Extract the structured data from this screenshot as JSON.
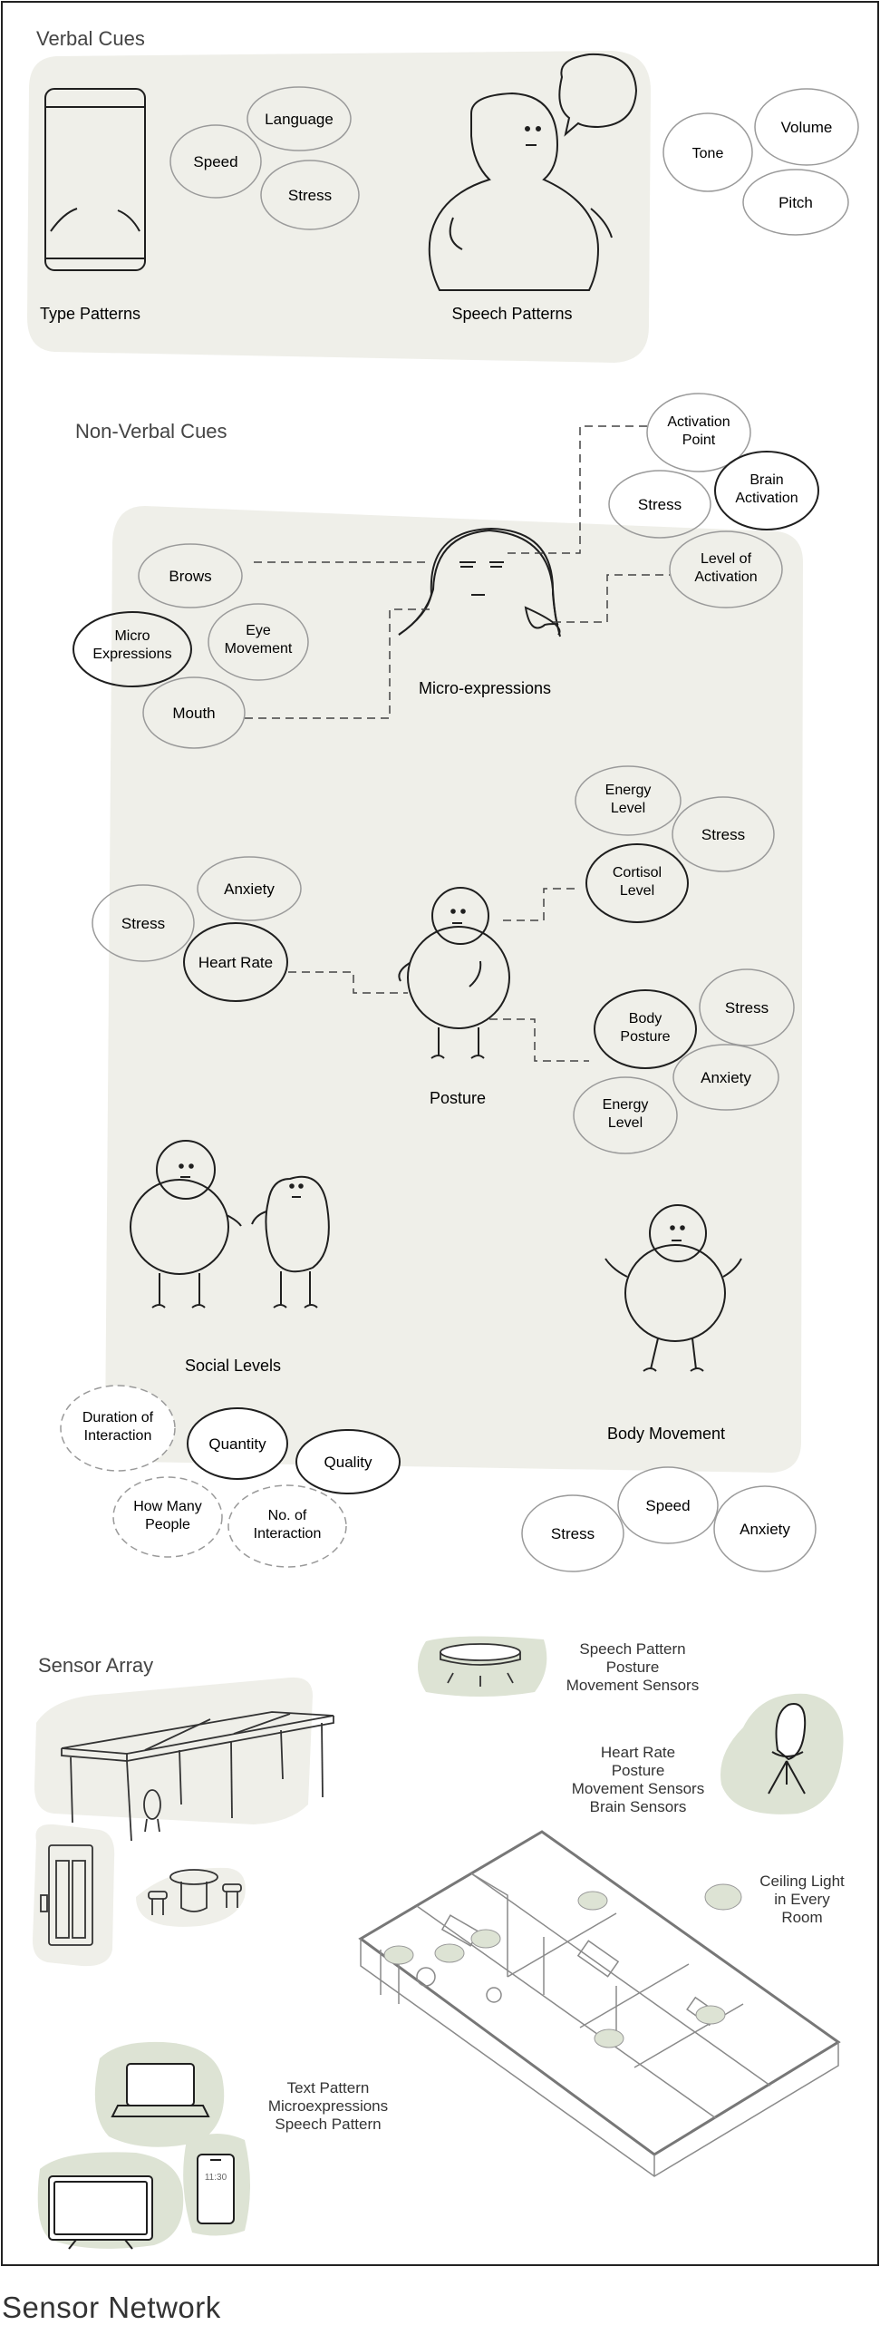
{
  "sections": {
    "verbal": "Verbal Cues",
    "nonverbal": "Non-Verbal Cues",
    "sensor": "Sensor Array"
  },
  "verbal": {
    "type_patterns": "Type Patterns",
    "speech_patterns": "Speech Patterns",
    "speed": "Speed",
    "language": "Language",
    "stress": "Stress",
    "tone": "Tone",
    "volume": "Volume",
    "pitch": "Pitch"
  },
  "micro": {
    "title": "Micro-expressions",
    "brows": "Brows",
    "micro_expr": [
      "Micro",
      "Expressions"
    ],
    "eye": [
      "Eye",
      "Movement"
    ],
    "mouth": "Mouth",
    "activation_point": [
      "Activation",
      "Point"
    ],
    "stress": "Stress",
    "brain_activation": [
      "Brain",
      "Activation"
    ],
    "level_of_activation": [
      "Level of",
      "Activation"
    ]
  },
  "posture": {
    "title": "Posture",
    "anxiety": "Anxiety",
    "stress": "Stress",
    "heart_rate": "Heart Rate",
    "energy_level": [
      "Energy",
      "Level"
    ],
    "stress_top": "Stress",
    "cortisol": [
      "Cortisol",
      "Level"
    ],
    "body_posture": [
      "Body",
      "Posture"
    ],
    "stress_right": "Stress",
    "anxiety_right": "Anxiety",
    "energy_level_bottom": [
      "Energy",
      "Level"
    ]
  },
  "social": {
    "title": "Social Levels",
    "duration": [
      "Duration of",
      "Interaction"
    ],
    "quantity": "Quantity",
    "quality": "Quality",
    "how_many": [
      "How Many",
      "People"
    ],
    "no_of": [
      "No. of",
      "Interaction"
    ]
  },
  "movement": {
    "title": "Body Movement",
    "speed": "Speed",
    "stress": "Stress",
    "anxiety": "Anxiety"
  },
  "sensors": {
    "speech_pattern": [
      "Speech Pattern",
      "Posture",
      "Movement Sensors"
    ],
    "heart_rate": [
      "Heart Rate",
      "Posture",
      "Movement Sensors",
      "Brain Sensors"
    ],
    "ceiling_light": [
      "Ceiling Light",
      "in Every",
      "Room"
    ],
    "text_pattern": [
      "Text Pattern",
      "Microexpressions",
      "Speech Pattern"
    ],
    "phone_time": "11:30"
  },
  "footer": {
    "title": "Sensor Network"
  },
  "colors": {
    "panel": "#efefe9",
    "accent": "#dde3d4",
    "stroke": "#1f1f1f",
    "soft": "#9a9a9a"
  }
}
